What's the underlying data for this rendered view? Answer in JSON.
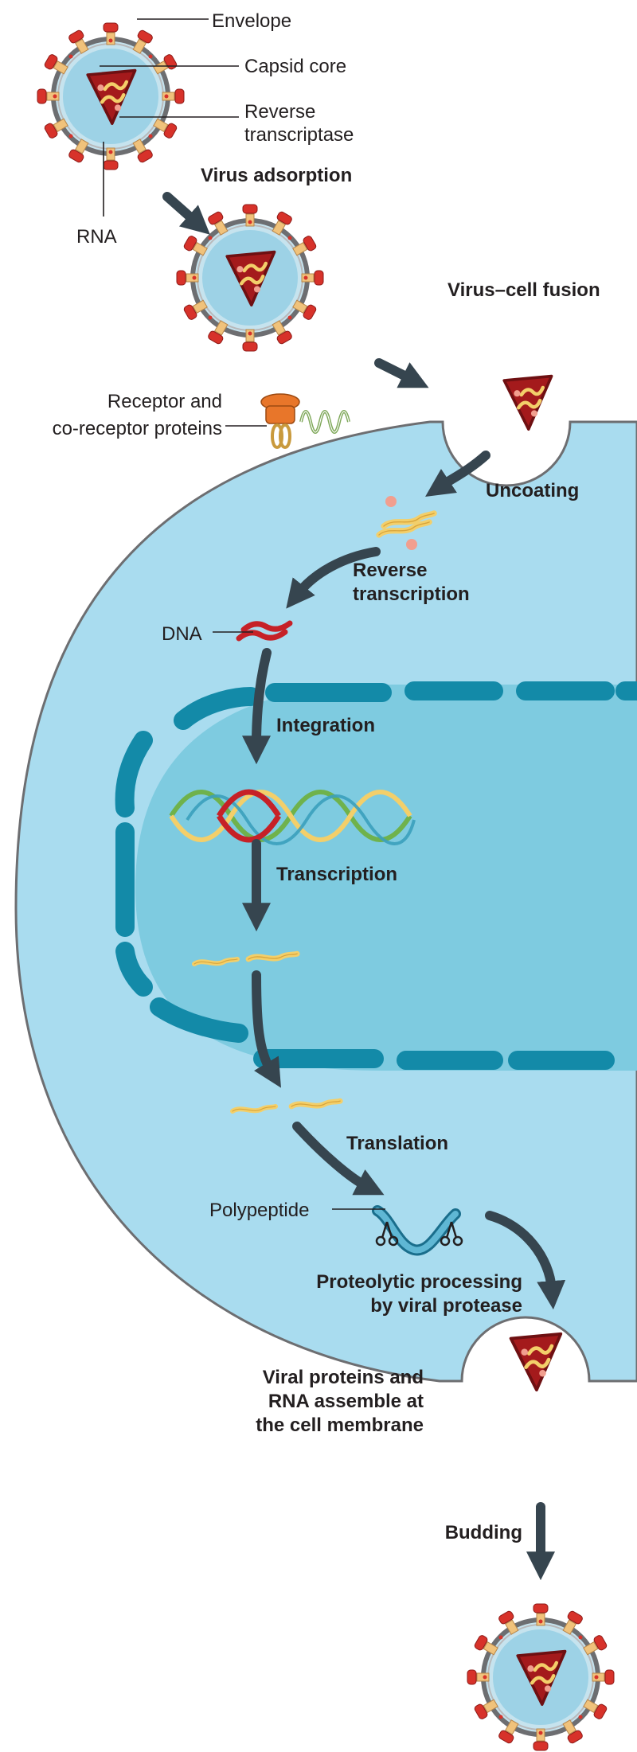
{
  "labels": {
    "envelope": "Envelope",
    "capsid_core": "Capsid core",
    "reverse_transcriptase_1": "Reverse",
    "reverse_transcriptase_2": "transcriptase",
    "rna": "RNA",
    "receptor_1": "Receptor and",
    "receptor_2": "co-receptor proteins",
    "dna": "DNA",
    "polypeptide": "Polypeptide"
  },
  "stages": {
    "adsorption": "Virus adsorption",
    "fusion": "Virus–cell fusion",
    "uncoating": "Uncoating",
    "reverse_transcription_1": "Reverse",
    "reverse_transcription_2": "transcription",
    "integration": "Integration",
    "transcription": "Transcription",
    "translation": "Translation",
    "proteolytic_1": "Proteolytic processing",
    "proteolytic_2": "by viral protease",
    "assembly_1": "Viral proteins and",
    "assembly_2": "RNA assemble at",
    "assembly_3": "the cell membrane",
    "budding": "Budding"
  },
  "colors": {
    "cytoplasm": "#a9dcef",
    "nucleus": "#7ecbe0",
    "nuclear_envelope": "#138aa8",
    "virus_spike": "#d7322a",
    "virus_spike_base": "#f0c27b",
    "capsid": "#a41a1c",
    "rna_strand": "#f3cf6a",
    "dna_strand": "#c62127",
    "arrow": "#36454f"
  }
}
